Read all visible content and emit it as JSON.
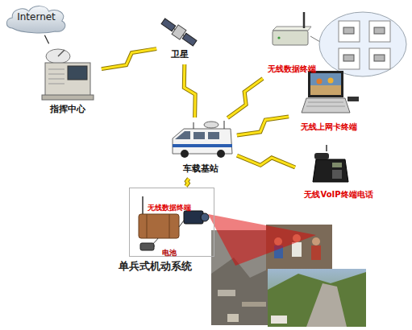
{
  "diagram": {
    "nodes": [
      {
        "text": [
          "Internet"
        ]
      },
      {
        "text": [
          "卫星"
        ]
      },
      {
        "text": [
          "指挥中心"
        ]
      },
      {
        "text": [
          "无线数据终端"
        ]
      },
      {
        "text": [
          "无线上网卡终端"
        ]
      },
      {
        "text": [
          "车载基站"
        ]
      },
      {
        "text": [
          "无线VoIP终端电话"
        ]
      },
      {
        "text": [
          "单兵式机动系统"
        ]
      },
      {
        "text": [
          "无线数据终端"
        ],
        "in": 7
      },
      {
        "text": [
          "电池"
        ],
        "in": 7
      }
    ],
    "edges": [
      {
        "from": 0,
        "to": 2,
        "arrow": "none"
      },
      {
        "from": 2,
        "to": 1,
        "arrow": "none"
      },
      {
        "from": 1,
        "to": 5,
        "arrow": "none"
      },
      {
        "from": 5,
        "to": 3,
        "arrow": "none"
      },
      {
        "from": 5,
        "to": 4,
        "arrow": "none"
      },
      {
        "from": 5,
        "to": 6,
        "arrow": "none"
      },
      {
        "from": 7,
        "to": 5,
        "arrow": "none"
      }
    ]
  }
}
